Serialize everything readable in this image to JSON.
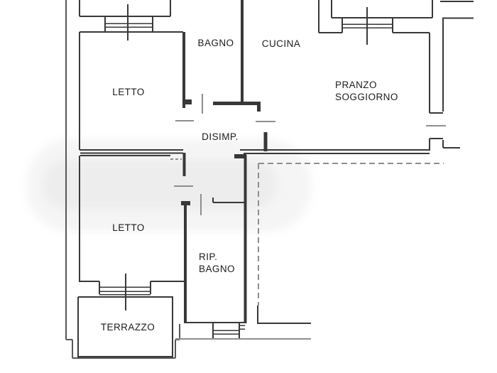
{
  "rooms": {
    "letto1": {
      "label": "LETTO"
    },
    "bagno1": {
      "label": "BAGNO"
    },
    "cucina": {
      "label": "CUCINA"
    },
    "pranzo": {
      "line1": "PRANZO",
      "line2": "SOGGIORNO"
    },
    "disimp": {
      "label": "DISIMP."
    },
    "letto2": {
      "label": "LETTO"
    },
    "rip": {
      "line1": "RIP.",
      "line2": "BAGNO"
    },
    "terrazzo": {
      "label": "TERRAZZO"
    }
  },
  "colors": {
    "wall": "#383838",
    "outer": "#565656",
    "thin": "#8e8e8e",
    "label": "#1b1b1b",
    "background": "#ffffff"
  }
}
